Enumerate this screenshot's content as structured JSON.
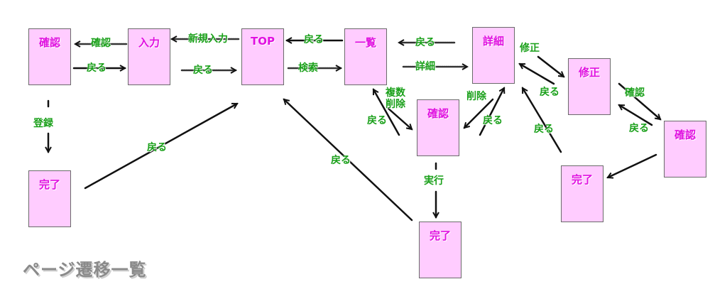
{
  "title": "ページ遷移一覧",
  "colors": {
    "box_fill": "#ffccff",
    "box_text": "#e010e0",
    "edge_label": "#1aa01a",
    "arrow": "#111111"
  },
  "nodes": {
    "confirm_reg": "確認",
    "input": "入力",
    "top": "TOP",
    "list": "一覧",
    "detail": "詳細",
    "edit": "修正",
    "complete_reg": "完了",
    "confirm_delete": "確認",
    "confirm_edit": "確認",
    "complete_edit": "完了",
    "complete_delete": "完了"
  },
  "edges": {
    "input_to_confirm": "確認",
    "confirm_to_input": "戻る",
    "top_to_input": "新規入力",
    "input_to_top": "戻る",
    "list_to_top": "戻る",
    "top_to_list": "検索",
    "detail_to_list": "戻る",
    "list_to_detail": "詳細",
    "detail_to_edit": "修正",
    "edit_to_detail": "戻る",
    "confirm_to_complete_reg": "登録",
    "complete_reg_to_top": "戻る",
    "list_multi_delete_line1": "複数",
    "list_multi_delete_line2": "削除",
    "confirm_delete_to_list": "戻る",
    "detail_to_confirm_delete": "削除",
    "confirm_delete_to_detail": "戻る",
    "edit_to_confirm_edit": "確認",
    "confirm_edit_to_edit": "戻る",
    "complete_edit_to_detail": "戻る",
    "confirm_delete_to_complete": "実行",
    "complete_delete_to_top": "戻る"
  }
}
